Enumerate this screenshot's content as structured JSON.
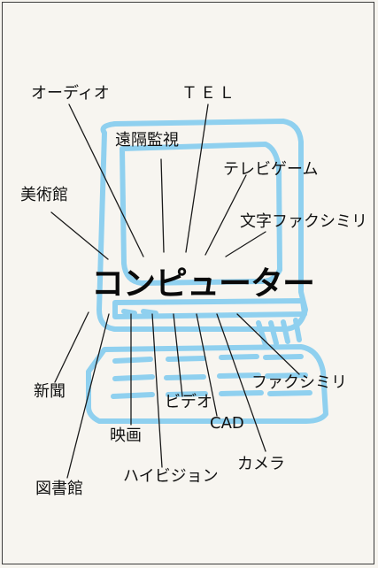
{
  "center": "コンピューター",
  "colors": {
    "sketch": "#8fd0ef",
    "line": "#1a1a1a"
  },
  "labels": [
    {
      "id": "audio",
      "text": "オーディオ"
    },
    {
      "id": "tel",
      "text": "ＴＥＬ"
    },
    {
      "id": "remote",
      "text": "遠隔監視"
    },
    {
      "id": "tvgame",
      "text": "テレビゲーム"
    },
    {
      "id": "museum",
      "text": "美術館"
    },
    {
      "id": "textfax",
      "text": "文字ファクシミリ"
    },
    {
      "id": "newspaper",
      "text": "新聞"
    },
    {
      "id": "fax",
      "text": "ファクシミリ"
    },
    {
      "id": "video",
      "text": "ビデオ"
    },
    {
      "id": "cad",
      "text": "CAD"
    },
    {
      "id": "movie",
      "text": "映画"
    },
    {
      "id": "camera",
      "text": "カメラ"
    },
    {
      "id": "hivision",
      "text": "ハイビジョン"
    },
    {
      "id": "library",
      "text": "図書館"
    }
  ]
}
